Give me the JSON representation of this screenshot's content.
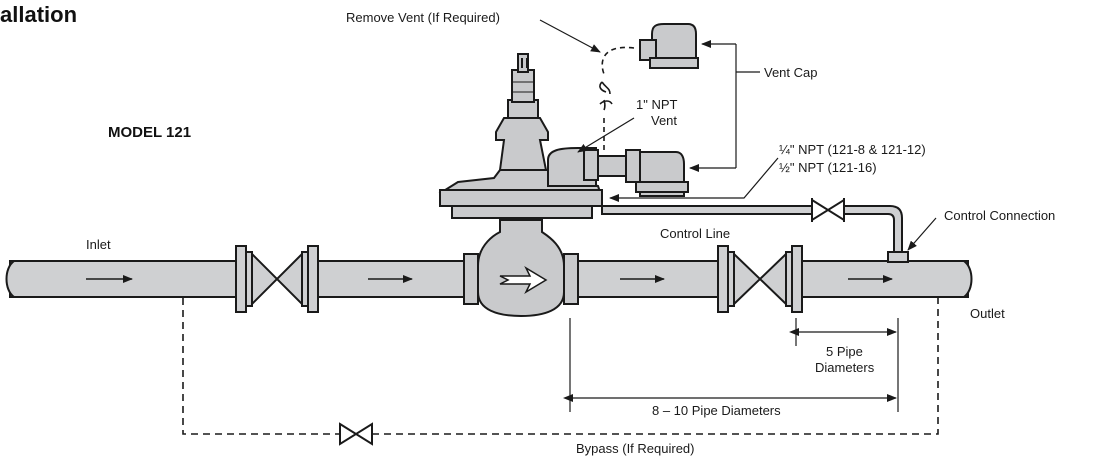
{
  "header": {
    "section_title_fragment": "allation",
    "model_label": "MODEL 121"
  },
  "callouts": {
    "remove_vent": "Remove Vent (If Required)",
    "vent_cap": "Vent Cap",
    "npt_vent_line1": "1\" NPT",
    "npt_vent_line2": "Vent",
    "npt_small_line1": "¼\" NPT (121-8 & 121-12)",
    "npt_small_line2": "½\" NPT (121-16)",
    "control_connection": "Control Connection",
    "control_line": "Control Line",
    "inlet": "Inlet",
    "outlet": "Outlet",
    "five_pipe_line1": "5 Pipe",
    "five_pipe_line2": "Diameters",
    "eight_ten_pipe": "8 – 10 Pipe Diameters",
    "bypass": "Bypass (If Required)"
  },
  "colors": {
    "pipe_fill": "#cfd0d2",
    "regulator_fill": "#c9cacc",
    "line": "#1a1a1a"
  }
}
